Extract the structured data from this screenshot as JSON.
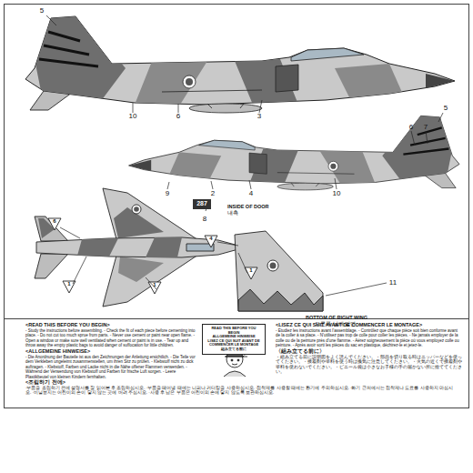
{
  "diagram": {
    "nodes": [
      {
        "text": [
          "287"
        ]
      },
      {
        "text": [
          "READ THIS BEFORE YOU BEGIN",
          "ALLGEMEINE HINWEISE",
          "LISEZ CE QUI SUIT AVANT DE COMMENCER LE MONTAGE",
          "組み立てる前に"
        ]
      }
    ],
    "labels": [
      "5",
      "10",
      "6",
      "3",
      "6",
      "7",
      "5",
      "9",
      "2",
      "4",
      "10",
      "8",
      "INSIDE OF DOOR",
      "내측",
      "6",
      "1",
      "1",
      "1",
      "4",
      "11",
      "BOTTOM OF RIGHT WING",
      "오른쪽 날개 밑면",
      "<READ THIS BEFORE YOU BEGIN>",
      "- Study the instructions before assembling. - Check the fit of each piece before cementing into place. - Do not cut too much sprue from parts. - Never use cement or paint near open flame. - Open a window or make sure well ventilated when cement or paint is in use. - Tear up and throw away the empty plastic bags to avoid danger of suffocation for little children.",
      "<ALLGEMEINE HINWEISE>",
      "- Die Anordnung der Bauteile ist aus den Zeichnungen der Anleitung ersichtlich. - Die Teile vor dem Verkleben ungeleimt zusammenstellen, um ihren Sitz zu prüfen. - Klebstoff nicht zu dick auftragen. - Klebstoff, Farben und Lacke nicht in die Nähe offener Flammen verwenden. - Während der Verwendung von Klebstoff und Farben für frische Luft sorgen. - Leere Plastikbeutel von kleinen Kindern fernhalten.",
      "<LISEZ CE QUI SUIT AVANT DE COMMENCER LE MONTAGE>",
      "- Etudiez les instructions avant l'assemblage. - Contrôlez que chaque pièce soit bien conforme avant de la coller à sa place. - N'utilisez pas trop de colle pour coller les pièces. - Ne jamais employer de la colle ou de la peinture près d'une flamme. - Aérez soigneusement la pièce où vous employez colle ou peinture. - Après avoir sorti les pièces du sac en plastique, déchirez-le et jetez-le.",
      "〈組み立てる前に〉",
      "・組み立てる前に説明図をよく読んでください。・部品を切り取る時はニッパーなどを使ってください。・接着剤や塗料を使う時は換気に注意してください。・火気の近くで接着剤や塗料を使わないでください。・ビニール袋は小さなお子様の手の届かない所に捨ててください。",
      "<조립하기 전에>",
      "·부품을 조립하기 전에 설명서를 잘 읽어본 후 조립하십시오. ·부품을 떼어낼 때에는 니퍼나 커터칼을 사용하십시오. ·접착제를 사용할 때에는 환기에 주의하십시오. ·화기 근처에서는 접착제나 도료를 사용하지 마십시오. ·비닐봉지는 어린이의 손이 닿지 않는 곳에 버려 주십시오. ·사용 후 남은 부품은 어린이의 손에 닿지 않도록 보관하십시오."
    ]
  }
}
